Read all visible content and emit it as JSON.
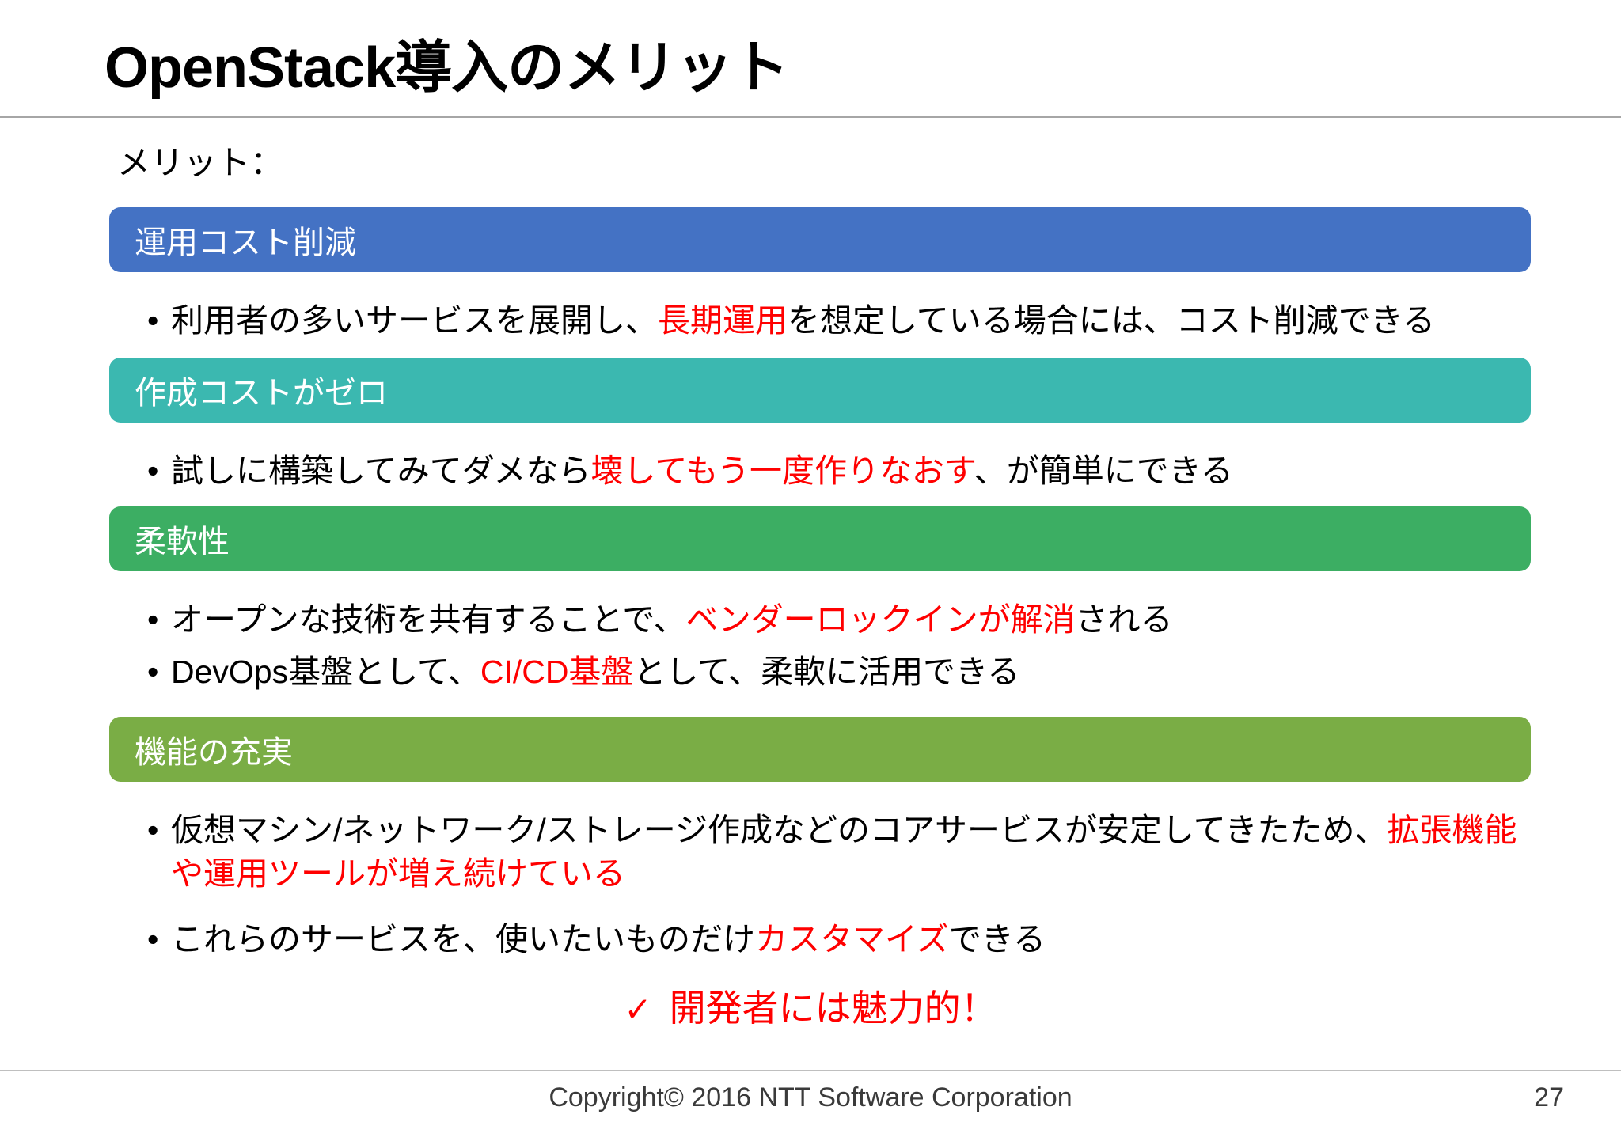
{
  "slide": {
    "title": "OpenStack導入のメリット",
    "intro_label": "メリット：",
    "sections": [
      {
        "heading": "運用コスト削減",
        "color": "#4472c4",
        "bullets": [
          {
            "marker": "•",
            "parts": [
              {
                "text": "利用者の多いサービスを展開し、",
                "emphasis": false
              },
              {
                "text": "長期運用",
                "emphasis": true
              },
              {
                "text": "を想定している場合には、コスト削減できる",
                "emphasis": false
              }
            ]
          }
        ]
      },
      {
        "heading": "作成コストがゼロ",
        "color": "#3bb8b0",
        "bullets": [
          {
            "marker": "•",
            "parts": [
              {
                "text": "試しに構築してみてダメなら",
                "emphasis": false
              },
              {
                "text": "壊してもう一度作りなおす",
                "emphasis": true
              },
              {
                "text": "、が簡単にできる",
                "emphasis": false
              }
            ]
          }
        ]
      },
      {
        "heading": "柔軟性",
        "color": "#3cae63",
        "bullets": [
          {
            "marker": "•",
            "parts": [
              {
                "text": "オープンな技術を共有することで、",
                "emphasis": false
              },
              {
                "text": "ベンダーロックインが解消",
                "emphasis": true
              },
              {
                "text": "される",
                "emphasis": false
              }
            ]
          },
          {
            "marker": "•",
            "parts": [
              {
                "text": "DevOps基盤として、",
                "emphasis": false
              },
              {
                "text": "CI/CD基盤",
                "emphasis": true
              },
              {
                "text": "として、柔軟に活用できる",
                "emphasis": false
              }
            ]
          }
        ]
      },
      {
        "heading": "機能の充実",
        "color": "#7aad45",
        "bullets": [
          {
            "marker": "•",
            "parts": [
              {
                "text": "仮想マシン/ネットワーク/ストレージ作成などのコアサービスが安定してきたため、",
                "emphasis": false
              },
              {
                "text": "拡張機能や運用ツールが増え続けている",
                "emphasis": true
              }
            ]
          },
          {
            "marker": "•",
            "parts": [
              {
                "text": "これらのサービスを、使いたいものだけ",
                "emphasis": false
              },
              {
                "text": "カスタマイズ",
                "emphasis": true
              },
              {
                "text": "できる",
                "emphasis": false
              }
            ]
          }
        ]
      }
    ],
    "conclusion": {
      "check": "✓",
      "text": "開発者には魅力的！",
      "color": "#ff0000"
    },
    "footer": {
      "copyright": "Copyright© 2016 NTT Software Corporation",
      "page_number": "27"
    },
    "colors": {
      "emphasis": "#ff0000",
      "title_rule": "#a6a6a6",
      "footer_rule": "#bfbfbf"
    }
  }
}
